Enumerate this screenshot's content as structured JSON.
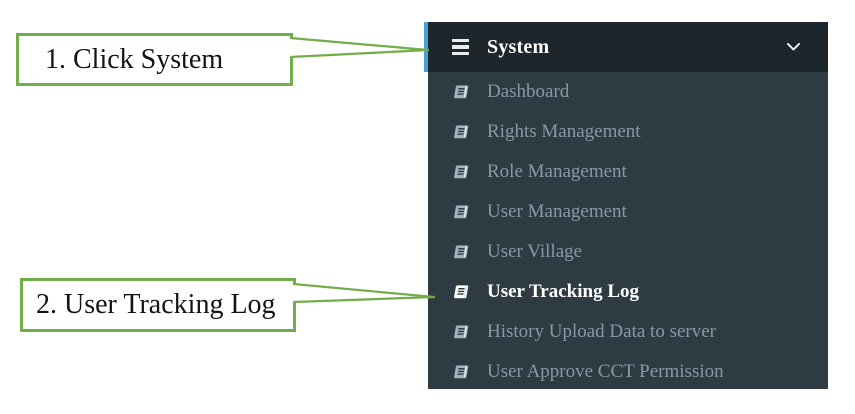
{
  "annotations": {
    "step1_label": "1. Click System",
    "step2_label": "2. User Tracking Log"
  },
  "sidebar": {
    "header": {
      "title": "System",
      "menu_icon": "hamburger-icon",
      "collapse_icon": "chevron-down-icon"
    },
    "items": [
      {
        "label": "Dashboard",
        "icon": "book-icon",
        "active": false
      },
      {
        "label": "Rights Management",
        "icon": "book-icon",
        "active": false
      },
      {
        "label": "Role Management",
        "icon": "book-icon",
        "active": false
      },
      {
        "label": "User Management",
        "icon": "book-icon",
        "active": false
      },
      {
        "label": "User Village",
        "icon": "book-icon",
        "active": false
      },
      {
        "label": "User Tracking Log",
        "icon": "book-icon",
        "active": true
      },
      {
        "label": "History Upload Data to server",
        "icon": "book-icon",
        "active": false
      },
      {
        "label": "User Approve CCT Permission",
        "icon": "book-icon",
        "active": false
      }
    ]
  },
  "colors": {
    "callout_green": "#73ac4a",
    "active_tab_blue": "#49a0d8",
    "header_bg": "#1d262d",
    "menu_bg": "#2e3b43",
    "inactive_text": "#859aa6",
    "active_text": "#ffffff"
  }
}
